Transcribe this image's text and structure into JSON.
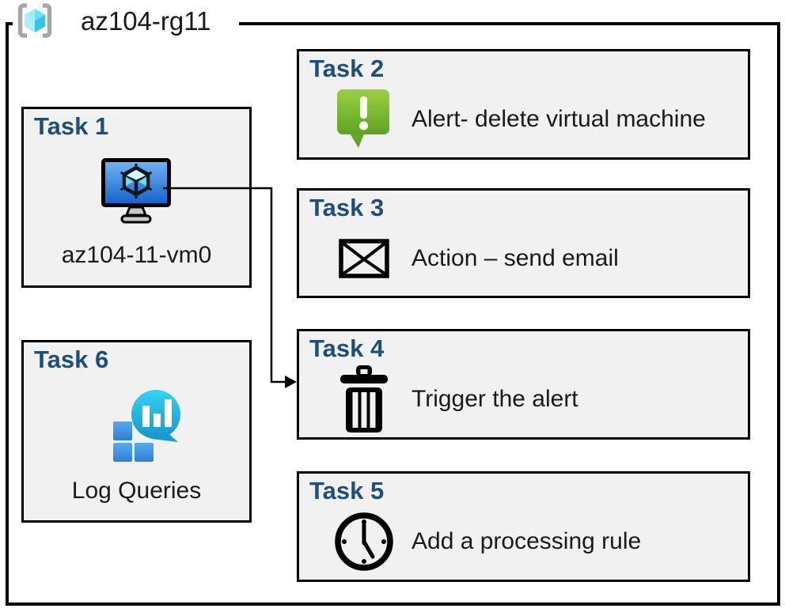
{
  "resource_group": {
    "name": "az104-rg11",
    "icon": "resource-group-icon"
  },
  "tasks": {
    "t1": {
      "title": "Task 1",
      "label": "az104-11-vm0",
      "icon": "virtual-machine-icon"
    },
    "t2": {
      "title": "Task 2",
      "label": "Alert- delete virtual machine",
      "icon": "alert-message-icon"
    },
    "t3": {
      "title": "Task 3",
      "label": "Action – send email",
      "icon": "email-envelope-icon"
    },
    "t4": {
      "title": "Task 4",
      "label": "Trigger the alert",
      "icon": "trash-icon"
    },
    "t5": {
      "title": "Task 5",
      "label": "Add a processing rule",
      "icon": "clock-icon"
    },
    "t6": {
      "title": "Task 6",
      "label": "Log Queries",
      "icon": "log-analytics-icon"
    }
  },
  "connector": {
    "from": "t1",
    "to": "t4"
  },
  "colors": {
    "task_title": "#1F4E79",
    "box_fill": "#F1F1F1",
    "box_border": "#000000",
    "alert_green": "#76B82A",
    "vm_screen_blue": "#2E7FD6",
    "log_teal": "#22B8E0",
    "square_blue": "#3A8EDC",
    "rg_cyan": "#50E6FF",
    "bracket_gray": "#A6A6A6"
  }
}
